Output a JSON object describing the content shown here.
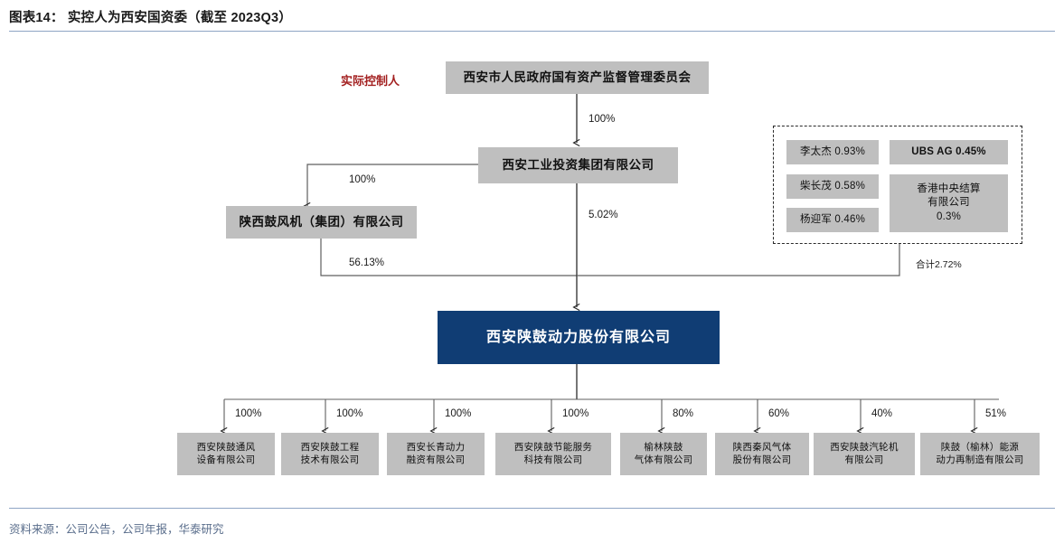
{
  "header": {
    "title": "图表14：  实控人为西安国资委（截至 2023Q3）"
  },
  "footer": {
    "source": "资料来源：公司公告，公司年报，华泰研究"
  },
  "labels": {
    "actual_controller": "实际控制人",
    "holders_total": "合计2.72%"
  },
  "colors": {
    "node_gray": "#bfbfbf",
    "node_main_blue": "#103d74",
    "accent_red": "#a32121",
    "rule_blue": "#8ea5c4",
    "source_text": "#5a6e8c"
  },
  "nodes": {
    "sasac": "西安市人民政府国有资产监督管理委员会",
    "xian_industrial": "西安工业投资集团有限公司",
    "shaangu_group": "陕西鼓风机（集团）有限公司",
    "main_company": "西安陕鼓动力股份有限公司"
  },
  "edges": {
    "sasac_to_industrial": "100%",
    "industrial_to_group": "100%",
    "group_to_main": "56.13%",
    "industrial_to_main": "5.02%"
  },
  "holders": [
    {
      "name": "李太杰 0.93%",
      "bold_prefix": false
    },
    {
      "name": "UBS AG 0.45%",
      "bold_prefix": true
    },
    {
      "name": "柴长茂 0.58%",
      "bold_prefix": false
    },
    {
      "name": "香港中央结算\n有限公司\n0.3%",
      "bold_prefix": false
    },
    {
      "name": "杨迎军 0.46%",
      "bold_prefix": false
    }
  ],
  "subsidiaries": [
    {
      "pct": "100%",
      "name": "西安陕鼓通风\n设备有限公司"
    },
    {
      "pct": "100%",
      "name": "西安陕鼓工程\n技术有限公司"
    },
    {
      "pct": "100%",
      "name": "西安长青动力\n融资有限公司"
    },
    {
      "pct": "100%",
      "name": "西安陕鼓节能服务\n科技有限公司"
    },
    {
      "pct": "80%",
      "name": "榆林陕鼓\n气体有限公司"
    },
    {
      "pct": "60%",
      "name": "陕西秦风气体\n股份有限公司"
    },
    {
      "pct": "40%",
      "name": "西安陕鼓汽轮机\n有限公司"
    },
    {
      "pct": "51%",
      "name": "陕鼓（榆林）能源\n动力再制造有限公司"
    }
  ]
}
